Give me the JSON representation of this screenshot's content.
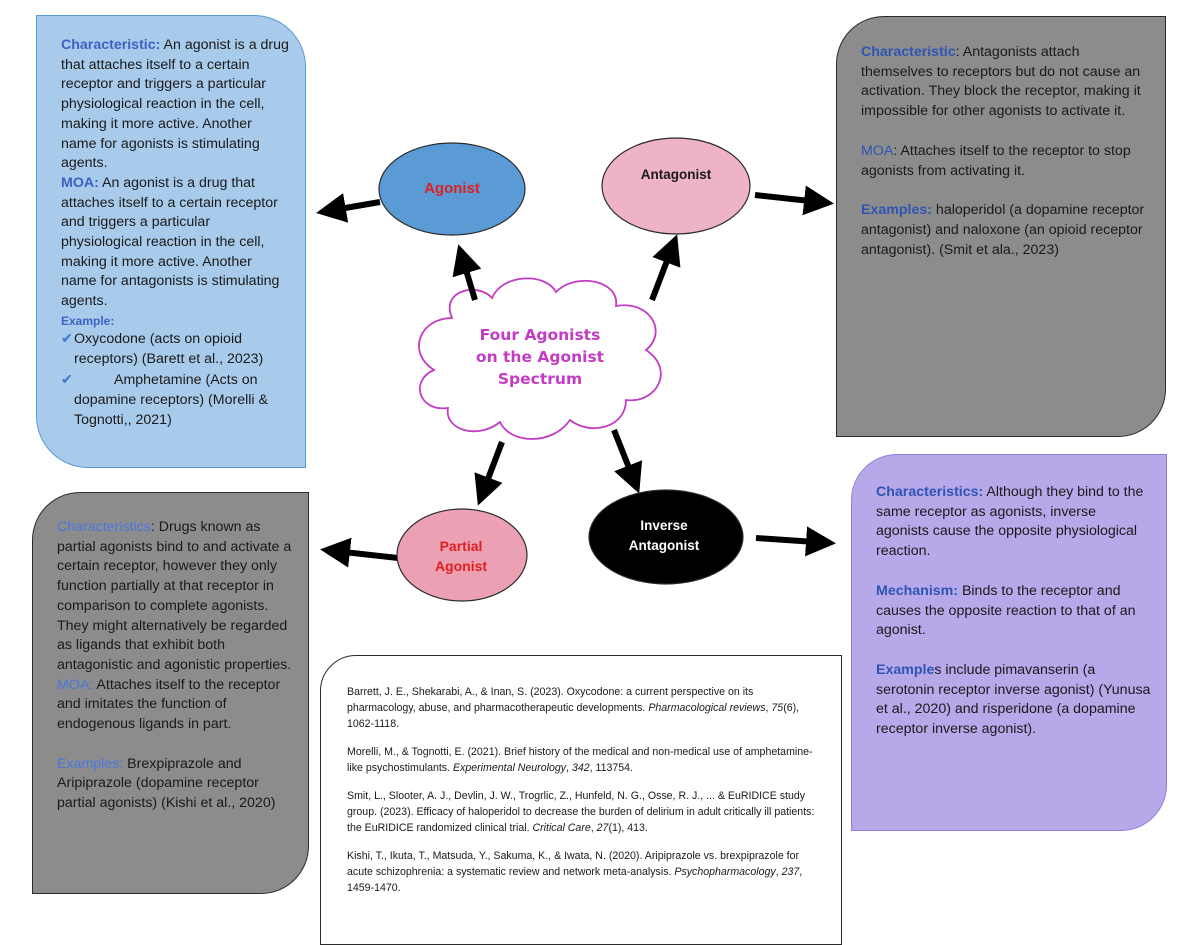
{
  "center": {
    "lines": [
      "Four Agonists",
      "on the Agonist",
      "Spectrum"
    ],
    "text_color": "#c43bc4"
  },
  "nodes": {
    "agonist": {
      "label": "Agonist",
      "fill": "#5b9bd5",
      "text_color": "#e02020"
    },
    "antagonist": {
      "label": "Antagonist",
      "fill": "#eeb3c4",
      "text_color": "#1a1a1a"
    },
    "partial": {
      "line1": "Partial",
      "line2": "Agonist",
      "fill": "#eba0b4",
      "text_color": "#e02020"
    },
    "inverse": {
      "line1": "Inverse",
      "line2": "Antagonist",
      "fill": "#000000",
      "text_color": "#ffffff"
    }
  },
  "agonist_box": {
    "characteristic_label": "Characteristic:",
    "characteristic_text": " An agonist is a drug that attaches itself to a certain receptor and triggers a particular physiological reaction in the cell, making it more active. Another name for agonists is stimulating agents.",
    "moa_label": "MOA:",
    "moa_text": " An agonist is a drug that attaches itself to a certain receptor and triggers a particular physiological reaction in the cell, making it more active. Another name for antagonists is stimulating agents.",
    "example_label": "Example:",
    "examples": [
      "Oxycodone (acts on opioid receptors) (Barett et al., 2023)",
      "Amphetamine (Acts on dopamine receptors) (Morelli & Tognotti,, 2021)"
    ]
  },
  "antagonist_box": {
    "characteristic_label": "Characteristic",
    "characteristic_text": ": Antagonists attach themselves to receptors but do not cause an activation. They block the receptor, making it impossible for other agonists to activate it.",
    "moa_label": "MOA",
    "moa_text": ": Attaches itself to the receptor to stop agonists from activating it.",
    "examples_label": "Examples:",
    "examples_text": "  haloperidol (a dopamine receptor antagonist) and naloxone (an opioid receptor antagonist). (Smit et ala., 2023)"
  },
  "partial_box": {
    "characteristics_label": "Characteristics",
    "characteristics_text": ": Drugs known as partial agonists bind to and activate a certain receptor, however they only function partially at that receptor in comparison to complete agonists. They might alternatively be regarded as ligands that exhibit both antagonistic and agonistic properties.",
    "moa_label": "MOA:",
    "moa_text": " Attaches itself to the receptor and imitates the function of endogenous ligands in part.",
    "examples_label": "Examples:",
    "examples_text": " Brexpiprazole  and Aripiprazole (dopamine receptor partial agonists) (Kishi et al., 2020)"
  },
  "inverse_box": {
    "characteristics_label": "Characteristics:",
    "characteristics_text": " Although they bind to the same receptor as agonists, inverse agonists cause the opposite physiological reaction.",
    "mechanism_label": "Mechanism:",
    "mechanism_text": " Binds to the receptor and causes the opposite reaction to that of an agonist.",
    "examples_label": "Example",
    "examples_text": "s include pimavanserin (a serotonin receptor inverse agonist) (Yunusa et al., 2020) and risperidone (a dopamine receptor inverse agonist)."
  },
  "references": [
    {
      "pre": "Barrett, J. E., Shekarabi, A., & Inan, S. (2023). Oxycodone: a current perspective on its pharmacology, abuse, and pharmacotherapeutic developments. ",
      "journal": "Pharmacological reviews",
      "vol": "75",
      "post": "(6), 1062-1118."
    },
    {
      "pre": "Morelli, M., & Tognotti, E. (2021). Brief history of the medical and non-medical use of amphetamine-like psychostimulants. ",
      "journal": "Experimental Neurology",
      "vol": "342",
      "post": ", 113754."
    },
    {
      "pre": "Smit, L., Slooter, A. J., Devlin, J. W., Trogrlic, Z., Hunfeld, N. G., Osse, R. J., ... & EuRIDICE study group. (2023). Efficacy of haloperidol to decrease the burden of delirium in adult critically ill patients: the EuRIDICE randomized clinical trial. ",
      "journal": "Critical Care",
      "vol": "27",
      "post": "(1), 413."
    },
    {
      "pre": "Kishi, T., Ikuta, T., Matsuda, Y., Sakuma, K., & Iwata, N. (2020). Aripiprazole vs. brexpiprazole for acute schizophrenia: a systematic review and network meta-analysis. ",
      "journal": "Psychopharmacology",
      "vol": "237",
      "post": ", 1459-1470."
    }
  ]
}
